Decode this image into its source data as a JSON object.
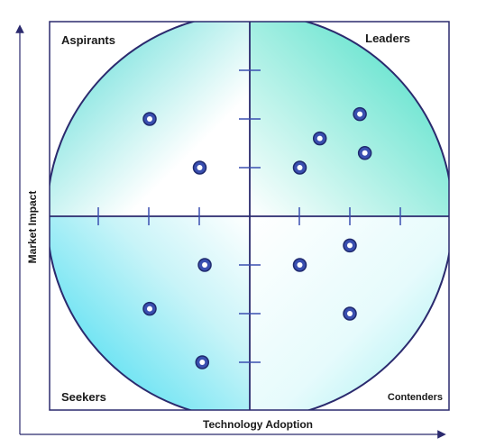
{
  "quadrants": {
    "top_left": "Aspirants",
    "top_right": "Leaders",
    "bottom_left": "Seekers",
    "bottom_right": "Contenders"
  },
  "axes": {
    "x_label": "Technology Adoption",
    "y_label": "Market Impact"
  },
  "colors": {
    "frame": "#2b2a6e",
    "marker_fill": "#3a4fb0",
    "marker_stroke": "#1f2a6e",
    "gradient_leaders": "#3ddcc2",
    "gradient_seekers": "#2fd8ef",
    "gradient_center": "#ffffff"
  },
  "chart_data": {
    "type": "scatter",
    "xlim": [
      -4,
      4
    ],
    "ylim": [
      -4,
      4
    ],
    "points": [
      {
        "x": -2.0,
        "y": 2.0
      },
      {
        "x": -1.0,
        "y": 1.0
      },
      {
        "x": 1.4,
        "y": 1.6
      },
      {
        "x": 2.2,
        "y": 2.1
      },
      {
        "x": 2.3,
        "y": 1.3
      },
      {
        "x": 1.0,
        "y": 1.0
      },
      {
        "x": 2.0,
        "y": -0.6
      },
      {
        "x": 1.0,
        "y": -1.0
      },
      {
        "x": 2.0,
        "y": -2.0
      },
      {
        "x": -0.9,
        "y": -1.0
      },
      {
        "x": -2.0,
        "y": -1.9
      },
      {
        "x": -0.95,
        "y": -3.0
      }
    ]
  }
}
